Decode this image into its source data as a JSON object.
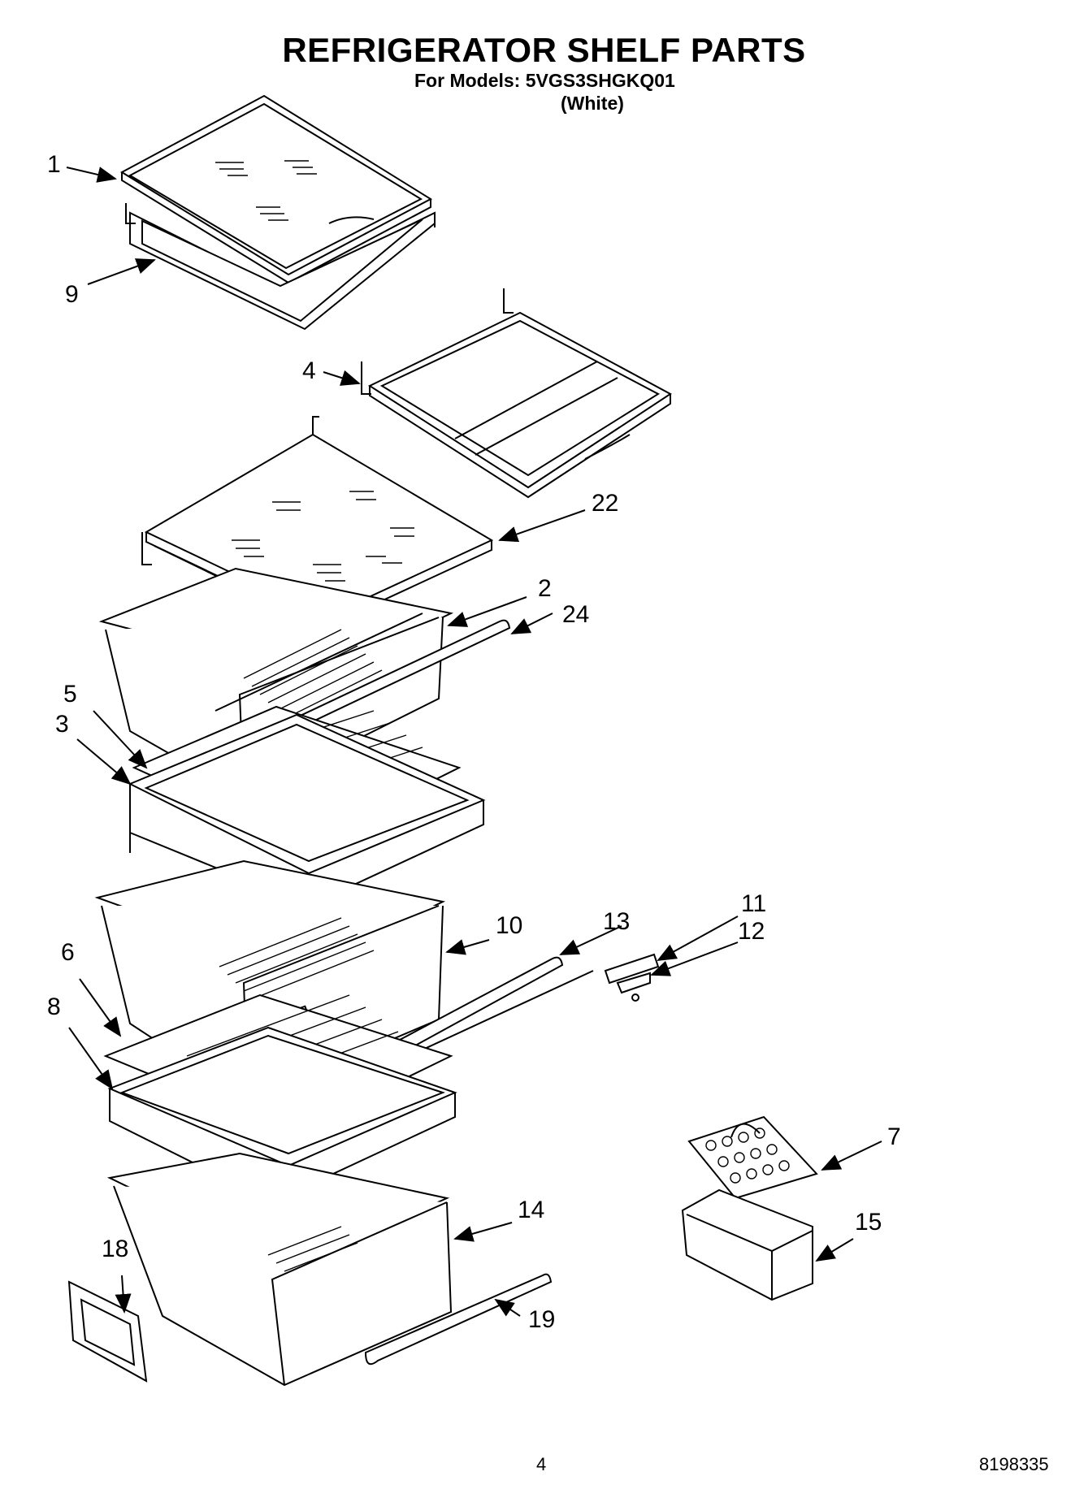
{
  "header": {
    "title": "REFRIGERATOR SHELF PARTS",
    "models_line": "For Models: 5VGS3SHGKQ01",
    "variant": "(White)"
  },
  "callouts": [
    "1",
    "9",
    "4",
    "22",
    "2",
    "24",
    "5",
    "3",
    "10",
    "13",
    "11",
    "12",
    "6",
    "8",
    "7",
    "15",
    "14",
    "18",
    "19"
  ],
  "footer": {
    "page_number": "4",
    "document_number": "8198335"
  }
}
